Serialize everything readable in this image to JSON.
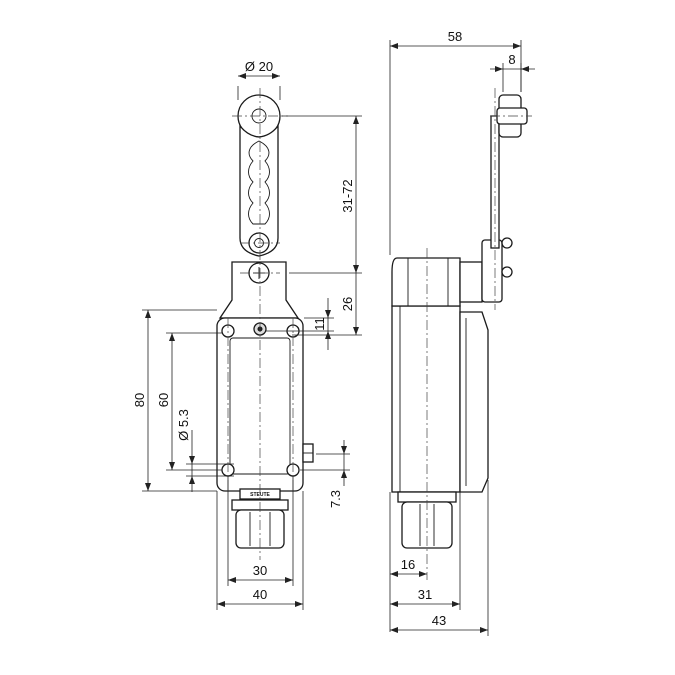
{
  "brand_label": "STEUTE",
  "dimensions": {
    "roller_diameter": "Ø 20",
    "lever_length": "31-72",
    "pivot_to_head": "26",
    "screw_offset": "11",
    "body_height": "80",
    "mount_spacing_vertical": "60",
    "hole_diameter": "Ø 5.3",
    "gland_offset": "7.3",
    "mount_spacing_horizontal": "30",
    "body_width": "40",
    "total_depth": "58",
    "roller_width": "8",
    "gland_center": "16",
    "body_depth": "31",
    "depth_with_cover": "43"
  }
}
